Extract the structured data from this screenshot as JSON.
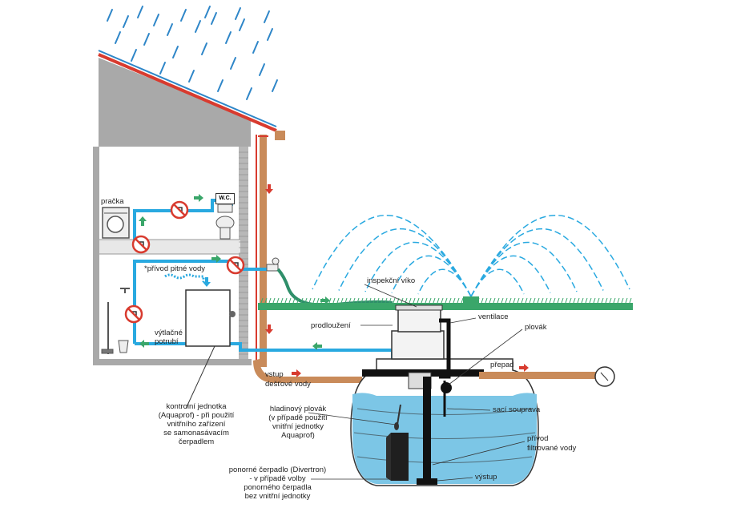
{
  "colors": {
    "water_line": "#29a9e0",
    "drain_pipe": "#c98b5a",
    "roof_edge": "#d83b2f",
    "rain": "#2e86c8",
    "wall_gray": "#a9a9a9",
    "tank_water": "#7cc6e6",
    "lawn": "#3aa66a",
    "arrow_red": "#d83b2f",
    "arrow_green": "#3aa66a"
  },
  "icons": [
    "no-drinking-water-icon",
    "washing-machine-icon",
    "toilet-icon",
    "manometer-icon",
    "sprinkler-icon",
    "garden-tap-icon"
  ],
  "labels": {
    "pracka": "pračka",
    "wc": "W.C.",
    "privod_pitne": "*přívod pitné vody",
    "vytlacne_potrubi": [
      "výtlačné",
      "potrubí"
    ],
    "inspekcni_viko": "inspekční víko",
    "prodlouzeni": "prodloužení",
    "ventilace": "ventilace",
    "plovak": "plovák",
    "prepad": "přepad",
    "vstup_destove": [
      "vstup",
      "dešťové vody"
    ],
    "sacisouprava": "sací souprava",
    "privod_filtrovane": [
      "přívod",
      "filtrované vody"
    ],
    "vystup": "výstup",
    "kontrolni_jednotka": [
      "kontrolní jednotka",
      "(Aquaprof) - při použití",
      "vnitřního zařízení",
      "se samonasávacím",
      "čerpadlem"
    ],
    "hladinovy_plovak": [
      "hladinový plovák",
      "(v případě použití",
      "vnitřní jednotky",
      "Aquaprof)"
    ],
    "ponorne_cerpadlo": [
      "ponorné čerpadlo (Divertron)",
      "- v případě volby",
      "ponorného čerpadla",
      "bez vnitřní jednotky"
    ]
  }
}
